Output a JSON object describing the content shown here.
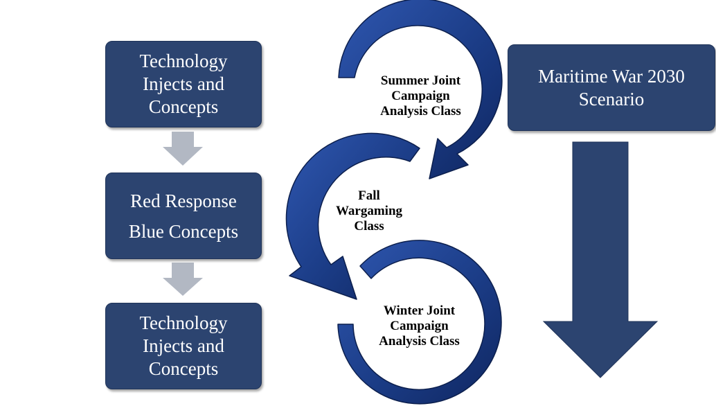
{
  "left_column": {
    "box_top": "Technology\nInjects and\nConcepts",
    "box_middle": "Red Response\nBlue Concepts",
    "box_bottom": "Technology\nInjects and\nConcepts"
  },
  "cycle": {
    "summer": "Summer Joint\nCampaign\nAnalysis Class",
    "fall": "Fall\nWargaming\nClass",
    "winter": "Winter Joint\nCampaign\nAnalysis Class"
  },
  "scenario": {
    "label": "Maritime War 2030\nScenario"
  },
  "colors": {
    "box_fill": "#2c4470",
    "arc_blue": "#1e3f8a",
    "gray_arrow": "#b2b8c3",
    "big_arrow": "#2c4470"
  }
}
